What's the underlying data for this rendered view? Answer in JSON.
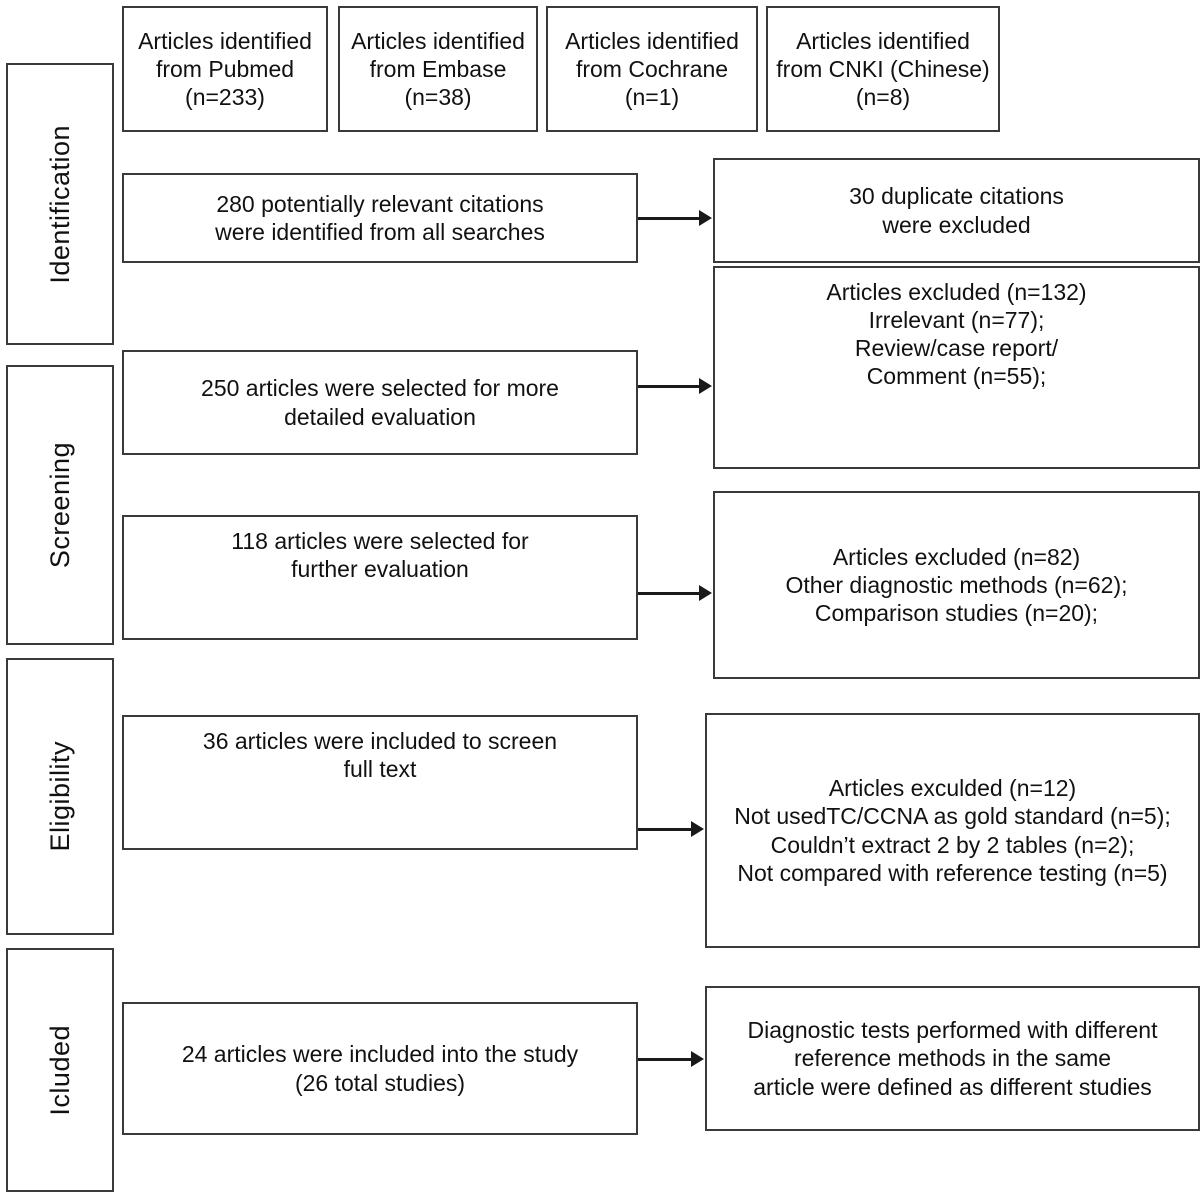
{
  "diagram": {
    "title": "PRISMA study selection flow diagram",
    "type": "prisma-flow-diagram",
    "border_color": "#3a3a3a",
    "line_color": "#1a1a1a",
    "background_color": "#ffffff"
  },
  "stages": [
    {
      "id": "identification",
      "label": "Identification"
    },
    {
      "id": "screening",
      "label": "Screening"
    },
    {
      "id": "eligibility",
      "label": "Eligibility"
    },
    {
      "id": "included",
      "label": "Icluded"
    }
  ],
  "sources": [
    {
      "id": "pubmed",
      "text": "Articles identified\nfrom Pubmed\n(n=233)",
      "count": 233
    },
    {
      "id": "embase",
      "text": "Articles identified\nfrom Embase\n(n=38)",
      "count": 38
    },
    {
      "id": "cochrane",
      "text": "Articles identified\nfrom Cochrane\n(n=1)",
      "count": 1
    },
    {
      "id": "cnki",
      "text": "Articles identified\nfrom CNKI (Chinese)\n(n=8)",
      "count": 8
    }
  ],
  "flow": [
    {
      "id": "citations-identified",
      "text": "280 potentially relevant citations\nwere identified from all searches",
      "count": 280
    },
    {
      "id": "detailed-evaluation",
      "text": "250 articles were selected for more\ndetailed evaluation",
      "count": 250
    },
    {
      "id": "further-evaluation",
      "text": "118 articles were selected for\nfurther evaluation",
      "count": 118
    },
    {
      "id": "full-text-screen",
      "text": "36 articles were included to screen\nfull text",
      "count": 36
    },
    {
      "id": "included-study",
      "text": "24 articles were included into the study\n(26 total studies)",
      "count": 24,
      "total_studies": 26
    }
  ],
  "exclusions": [
    {
      "id": "duplicates",
      "text": "30 duplicate citations\nwere excluded",
      "count": 30
    },
    {
      "id": "excluded-132",
      "text": "Articles excluded (n=132)\nIrrelevant (n=77);\nReview/case report/\nComment (n=55);",
      "count": 132,
      "reasons": [
        {
          "label": "Irrelevant",
          "count": 77
        },
        {
          "label": "Review/case report/Comment",
          "count": 55
        }
      ]
    },
    {
      "id": "excluded-82",
      "text": "Articles excluded (n=82)\nOther diagnostic methods (n=62);\nComparison studies (n=20);",
      "count": 82,
      "reasons": [
        {
          "label": "Other diagnostic methods",
          "count": 62
        },
        {
          "label": "Comparison studies",
          "count": 20
        }
      ]
    },
    {
      "id": "excluded-12",
      "text": "Articles exculded (n=12)\nNot usedTC/CCNA as gold standard (n=5);\nCouldn’t extract 2 by 2 tables (n=2);\nNot compared with reference testing (n=5)",
      "count": 12,
      "reasons": [
        {
          "label": "Not usedTC/CCNA as gold standard",
          "count": 5
        },
        {
          "label": "Couldn’t extract 2 by 2 tables",
          "count": 2
        },
        {
          "label": "Not compared with reference testing",
          "count": 5
        }
      ]
    },
    {
      "id": "studies-definition",
      "text": "Diagnostic tests performed with different\nreference methods in the same\narticle were defined as different studies"
    }
  ]
}
